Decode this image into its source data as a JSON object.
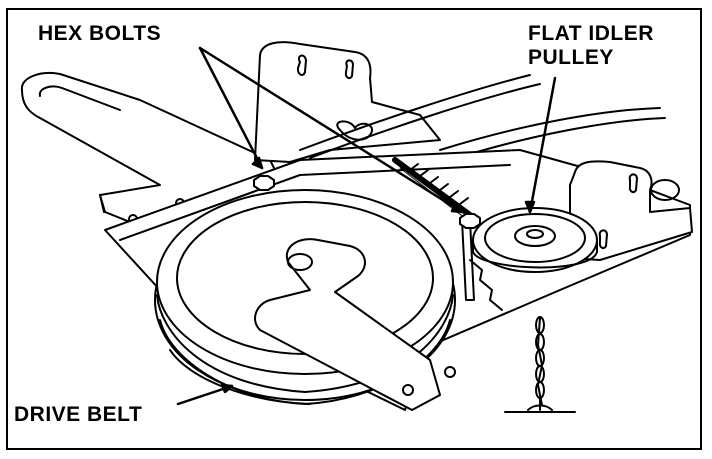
{
  "labels": {
    "hex_bolts": "HEX BOLTS",
    "flat_idler_line1": "FLAT IDLER",
    "flat_idler_line2": "PULLEY",
    "drive_belt": "DRIVE BELT"
  },
  "colors": {
    "ink": "#000000",
    "paper": "#ffffff"
  }
}
